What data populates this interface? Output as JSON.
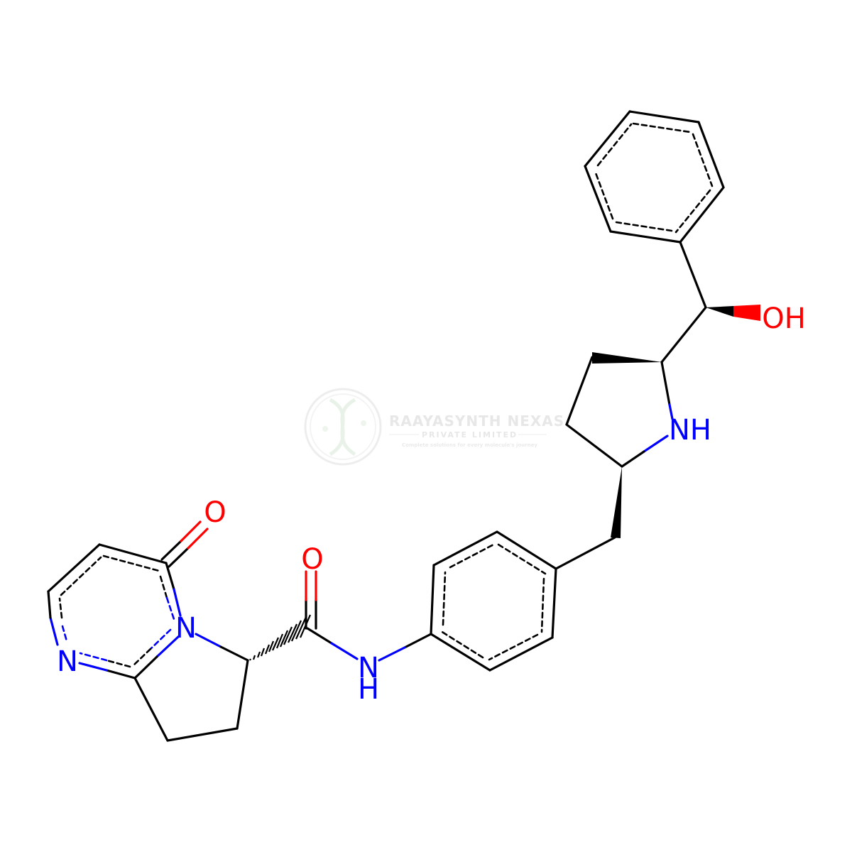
{
  "watermark": {
    "title": "RAAYASYNTH NEXAS",
    "subtitle": "PRIVATE LIMITED",
    "tagline": "Complete solutions for every molecule's journey"
  },
  "atom_labels": {
    "oxygen_ketone": "O",
    "oxygen_amide": "O",
    "nitrogen_ring_fused": "N",
    "nitrogen_pyrimidine": "N",
    "nitrogen_amide_n": "N",
    "nitrogen_amide_h": "H",
    "nitrogen_pyrrolidine": "NH",
    "hydroxyl": "OH"
  },
  "colors": {
    "bond": "#000000",
    "nitrogen": "#0000FF",
    "oxygen": "#FF0000",
    "watermark": "#d4d4d4"
  }
}
